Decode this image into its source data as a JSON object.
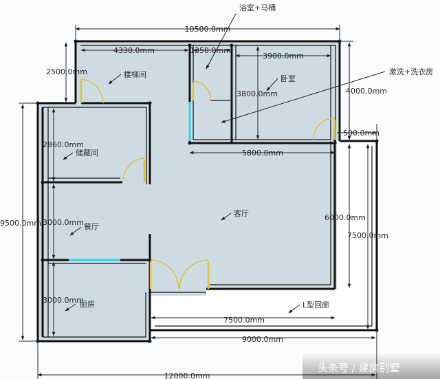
{
  "dimensions": {
    "top_overall": "10500.0mm",
    "top_stair": "4330.0mm",
    "top_bath": "1350.0mm",
    "top_bedroom": "3900.0mm",
    "left_stair": "2500.0mm",
    "left_storage": "2860.0mm",
    "left_dining": "3000.0mm",
    "left_kitchen": "3000.0mm",
    "left_overall": "9500.0mm",
    "bedroom_height": "3800.0mm",
    "bedroom_row_width": "5800.0mm",
    "right_upper": "4000.0mm",
    "right_step": "500.0mm",
    "right_living": "6000.0mm",
    "right_corridor": "7500.0mm",
    "bottom_living": "7500.0mm",
    "bottom_corridor": "9000.0mm",
    "bottom_overall": "12000.0mm"
  },
  "rooms": {
    "bathroom": "浴室+马桶",
    "stairwell": "楼梯间",
    "bedroom": "卧室",
    "laundry": "漱洗+洗衣房",
    "storage": "储藏间",
    "dining": "餐厅",
    "living": "客厅",
    "kitchen": "厨房",
    "corridor": "L型回廊"
  },
  "watermark": "头条号 / 建房别墅",
  "colors": {
    "floor": "#cfdbe3",
    "wall": "#111111",
    "door_arc": "#d8c23a",
    "window": "#29d8ee",
    "dimension_line": "#222222"
  }
}
